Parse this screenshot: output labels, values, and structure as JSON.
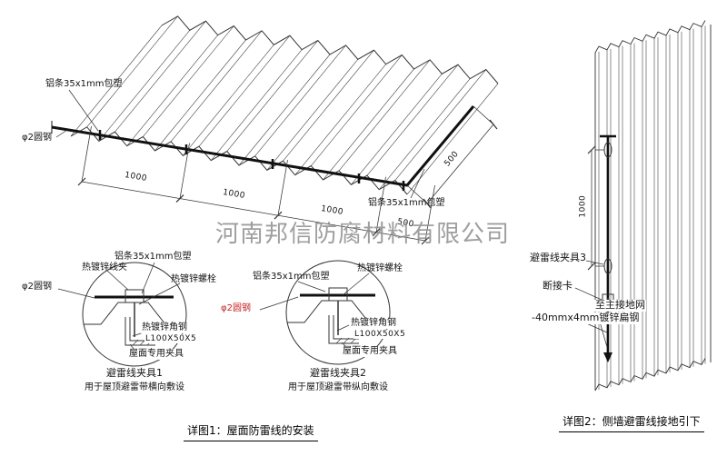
{
  "watermark": "河南邦信防腐材料有限公司",
  "roof_view": {
    "labels": {
      "strip_top": "铝条35x1mm包塑",
      "rod": "φ2圆钢",
      "strip_right": "铝条35x1mm包塑"
    },
    "dims": {
      "d1": "1000",
      "d2": "1000",
      "d3": "1000",
      "d4": "500",
      "d5": "500"
    }
  },
  "detail1": {
    "labels": {
      "wire_clamp": "热镀锌线夹",
      "strip": "铝条35x1mm包塑",
      "bolt": "热镀锌螺栓",
      "rod": "φ2圆钢",
      "angle": "热镀锌角钢",
      "angle_spec": "L100X50X5",
      "roof_fixture": "屋面专用夹具"
    },
    "title": "避雷线夹具1",
    "subtitle": "用于屋顶避雷带横向敷设"
  },
  "detail2": {
    "labels": {
      "strip": "铝条35x1mm包塑",
      "bolt": "热镀锌螺栓",
      "rod": "φ2圆钢",
      "angle": "热镀锌角钢",
      "angle_spec": "L100X50X5",
      "roof_fixture": "屋面专用夹具"
    },
    "title": "避雷线夹具2",
    "subtitle": "用于屋顶避雷带纵向敷设"
  },
  "wall_view": {
    "dim": "1000",
    "labels": {
      "clamp3": "避雷线夹具3",
      "disconnect": "断接卡",
      "to_ground": "至主接地网",
      "flat_steel": "-40mmx4mm镀锌扁钢"
    }
  },
  "captions": {
    "fig1": "详图1：屋面防雷线的安装",
    "fig2": "详图2：侧墙避雷线接地引下"
  },
  "colors": {
    "line": "#333333",
    "accent_red": "#c42222",
    "watermark": "#8e8e8e"
  }
}
